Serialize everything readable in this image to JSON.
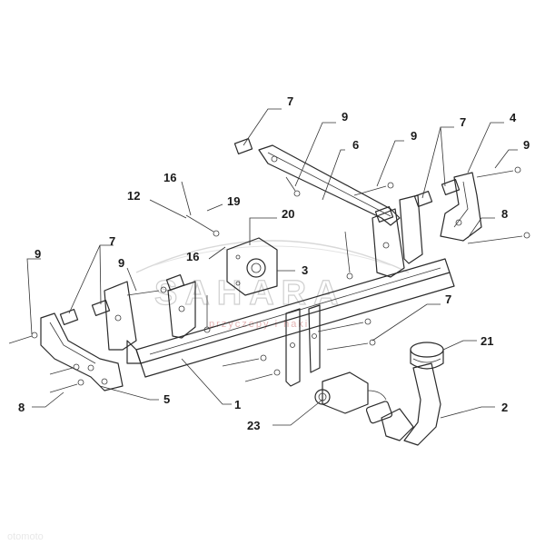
{
  "watermark": {
    "brand": "SAHARA",
    "sub": "przyczepy i haki"
  },
  "corner_mark": "otomoto",
  "callouts": [
    "7",
    "9",
    "6",
    "9",
    "7",
    "4",
    "9",
    "16",
    "12",
    "19",
    "20",
    "16",
    "3",
    "8",
    "9",
    "7",
    "9",
    "7",
    "5",
    "1",
    "8",
    "21",
    "23",
    "2"
  ]
}
